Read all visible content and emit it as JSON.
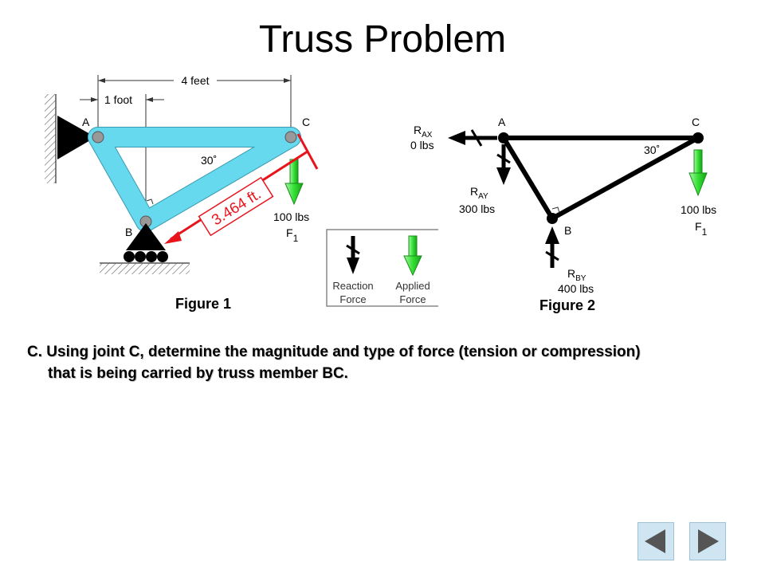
{
  "title": "Truss Problem",
  "figure1": {
    "caption": "Figure 1",
    "dim_total": "4 feet",
    "dim_offset": "1 foot",
    "label_a": "A",
    "label_b": "B",
    "label_c": "C",
    "angle": "30˚",
    "force_value": "100 lbs",
    "force_name": "F",
    "force_sub": "1",
    "length_label": "3.464 ft.",
    "colors": {
      "member": "#66d9ee",
      "member_stroke": "#3a9ab0",
      "callout": "#e8141c"
    }
  },
  "legend": {
    "reaction_line1": "Reaction",
    "reaction_line2": "Force",
    "applied_line1": "Applied",
    "applied_line2": "Force"
  },
  "figure2": {
    "caption": "Figure 2",
    "label_a": "A",
    "label_b": "B",
    "label_c": "C",
    "angle": "30˚",
    "rax_name": "R",
    "rax_sub": "AX",
    "rax_value": "0 lbs",
    "ray_name": "R",
    "ray_sub": "AY",
    "ray_value": "300 lbs",
    "rby_name": "R",
    "rby_sub": "BY",
    "rby_value": "400 lbs",
    "f1_value": "100 lbs",
    "f1_name": "F",
    "f1_sub": "1",
    "colors": {
      "applied": "#33e033",
      "applied_stroke": "#1a8c1a"
    }
  },
  "question": {
    "line1": "C. Using joint C, determine the magnitude and type of force (tension or",
    "line2": "compression) that is being carried by truss member BC."
  },
  "nav": {
    "prev_icon": "triangle-left-icon",
    "next_icon": "triangle-right-icon"
  }
}
